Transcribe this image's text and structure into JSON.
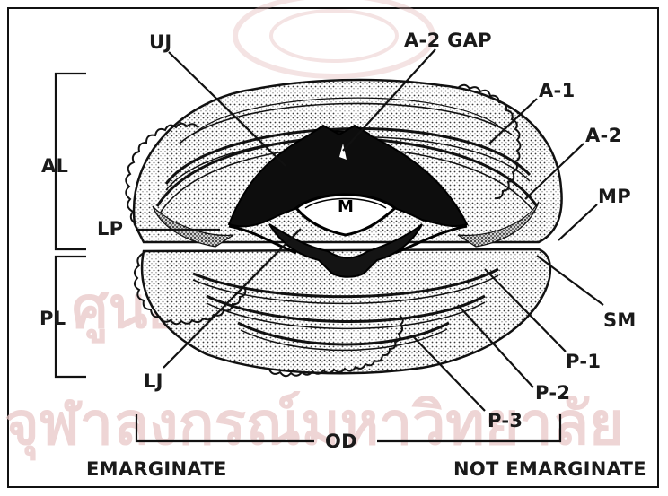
{
  "watermark": {
    "line1": "ศูนย์วิทยทรัพยากร",
    "line2": "จุฬาลงกรณ์มหาวิทยาลัย"
  },
  "labels": {
    "uj": "UJ",
    "a2_gap": "A-2 GAP",
    "a1": "A-1",
    "a2": "A-2",
    "mp": "MP",
    "al": "AL",
    "lp": "LP",
    "m": "M",
    "pl": "PL",
    "sm": "SM",
    "p1": "P-1",
    "lj": "LJ",
    "p2": "P-2",
    "p3": "P-3",
    "od": "OD",
    "emarginate": "EMARGINATE",
    "not_emarginate": "NOT EMARGINATE"
  },
  "colors": {
    "ink": "#111111",
    "stipple": "#2b2b2b",
    "watermark": "#e9c7c7",
    "background": "#ffffff"
  }
}
